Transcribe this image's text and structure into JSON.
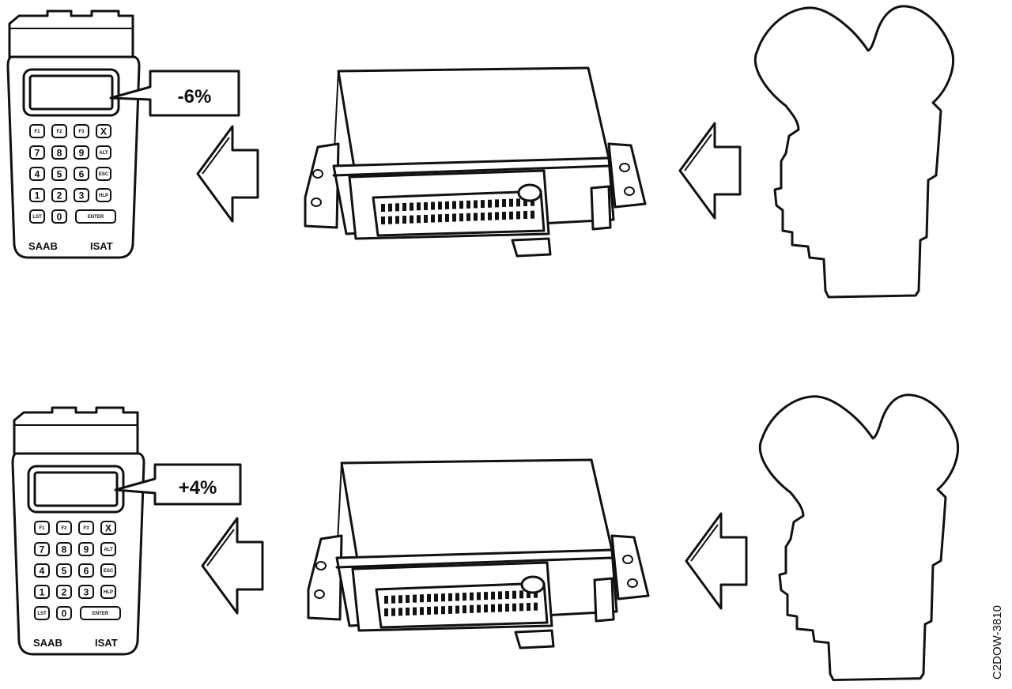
{
  "rows": [
    {
      "reading": "-6%",
      "tester": {
        "brand_left": "SAAB",
        "brand_right": "ISAT"
      }
    },
    {
      "reading": "+4%",
      "tester": {
        "brand_left": "SAAB",
        "brand_right": "ISAT"
      }
    }
  ],
  "keypad": {
    "row1": [
      "F1",
      "F2",
      "F3",
      "X"
    ],
    "row2": [
      "7",
      "8",
      "9",
      "ALT"
    ],
    "row3": [
      "4",
      "5",
      "6",
      "ESC"
    ],
    "row4": [
      "1",
      "2",
      "3",
      "HLP"
    ],
    "row5": [
      "LST",
      "0",
      "ENTER"
    ]
  },
  "figure_code": "C2DOW-3810"
}
